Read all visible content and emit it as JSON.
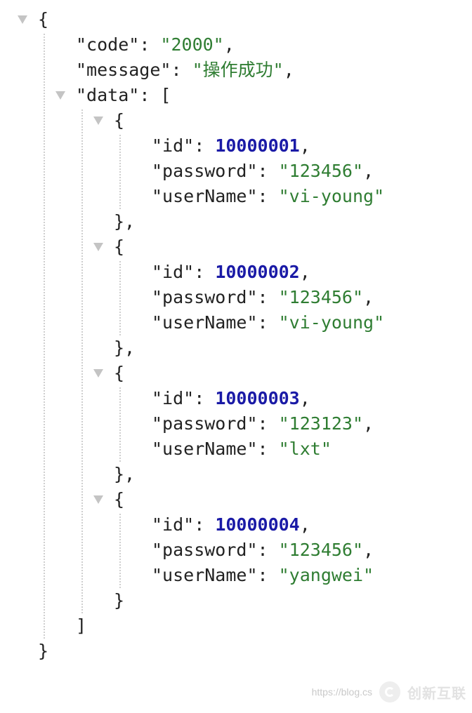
{
  "json": {
    "code_key": "\"code\"",
    "code_value": "\"2000\"",
    "message_key": "\"message\"",
    "message_value": "\"操作成功\"",
    "data_key": "\"data\"",
    "items": [
      {
        "id_key": "\"id\"",
        "id": "10000001",
        "password_key": "\"password\"",
        "password": "\"123456\"",
        "username_key": "\"userName\"",
        "username": "\"vi-young\""
      },
      {
        "id_key": "\"id\"",
        "id": "10000002",
        "password_key": "\"password\"",
        "password": "\"123456\"",
        "username_key": "\"userName\"",
        "username": "\"vi-young\""
      },
      {
        "id_key": "\"id\"",
        "id": "10000003",
        "password_key": "\"password\"",
        "password": "\"123123\"",
        "username_key": "\"userName\"",
        "username": "\"lxt\""
      },
      {
        "id_key": "\"id\"",
        "id": "10000004",
        "password_key": "\"password\"",
        "password": "\"123456\"",
        "username_key": "\"userName\"",
        "username": "\"yangwei\""
      }
    ]
  },
  "watermark": {
    "url": "https://blog.cs",
    "brand": "创新互联"
  },
  "colors": {
    "string": "#2f7d32",
    "number": "#1a1aa6",
    "toggle": "#c4c4c4"
  }
}
